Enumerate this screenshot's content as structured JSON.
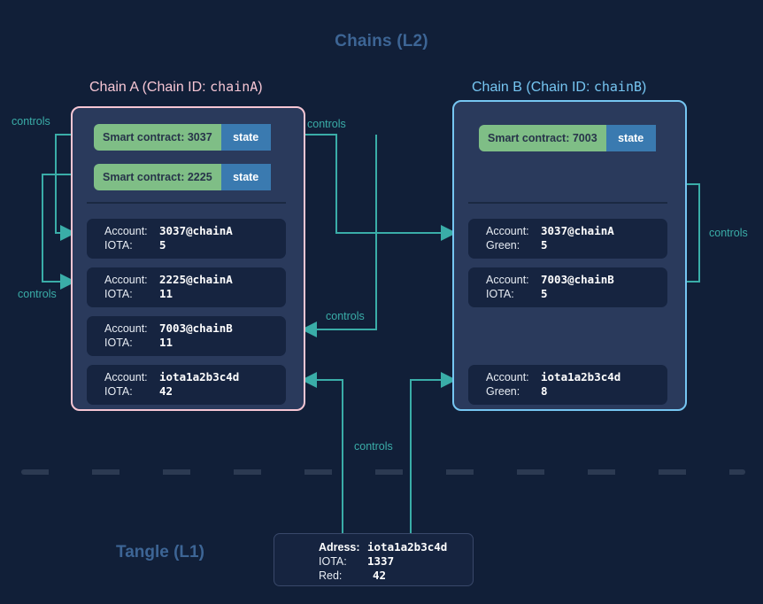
{
  "title": "Chains (L2)",
  "tangle": {
    "title": "Tangle (L1)",
    "address_label": "Adress:",
    "address_value": "iota1a2b3c4d",
    "iota_label": "IOTA:",
    "iota_value": "1337",
    "red_label": "Red:",
    "red_value": "42"
  },
  "colors": {
    "background": "#111f38",
    "panel": "#2a3a5c",
    "chain_a_border": "#f6c6d4",
    "chain_b_border": "#76c6f2",
    "contract_green": "#7fbe86",
    "state_blue": "#3a7ab0",
    "wire_teal": "#3aada8",
    "account_box": "#162440",
    "heading_blue": "#3d6595"
  },
  "chains": [
    {
      "id": "chainA",
      "title": "Chain A (Chain ID: chainA)",
      "title_plain": "Chain A (Chain ID: ",
      "title_mono": "chainA",
      "title_tail": ")",
      "contracts": [
        {
          "label": "Smart contract: 3037",
          "state": "state"
        },
        {
          "label": "Smart contract: 2225",
          "state": "state"
        }
      ],
      "accounts": [
        {
          "account_label": "Account:",
          "account_value": "3037@chainA",
          "token_label": "IOTA:",
          "token_value": "5"
        },
        {
          "account_label": "Account:",
          "account_value": "2225@chainA",
          "token_label": "IOTA:",
          "token_value": "11"
        },
        {
          "account_label": "Account:",
          "account_value": "7003@chainB",
          "token_label": "IOTA:",
          "token_value": "11"
        },
        {
          "account_label": "Account:",
          "account_value": "iota1a2b3c4d",
          "token_label": "IOTA:",
          "token_value": "42"
        }
      ]
    },
    {
      "id": "chainB",
      "title": "Chain B (Chain ID: chainB)",
      "title_plain": "Chain B (Chain ID: ",
      "title_mono": "chainB",
      "title_tail": ")",
      "contracts": [
        {
          "label": "Smart contract: 7003",
          "state": "state"
        }
      ],
      "accounts": [
        {
          "account_label": "Account:",
          "account_value": "3037@chainA",
          "token_label": "Green:",
          "token_value": "5"
        },
        {
          "account_label": "Account:",
          "account_value": "7003@chainB",
          "token_label": "IOTA:",
          "token_value": "5"
        },
        {
          "account_label": "Account:",
          "account_value": "iota1a2b3c4d",
          "token_label": "Green:",
          "token_value": "8"
        }
      ]
    }
  ],
  "edge_labels": {
    "left_top": "controls",
    "left_bottom": "controls",
    "mid_top": "controls",
    "mid_bottom": "controls",
    "right": "controls",
    "bottom": "controls"
  }
}
